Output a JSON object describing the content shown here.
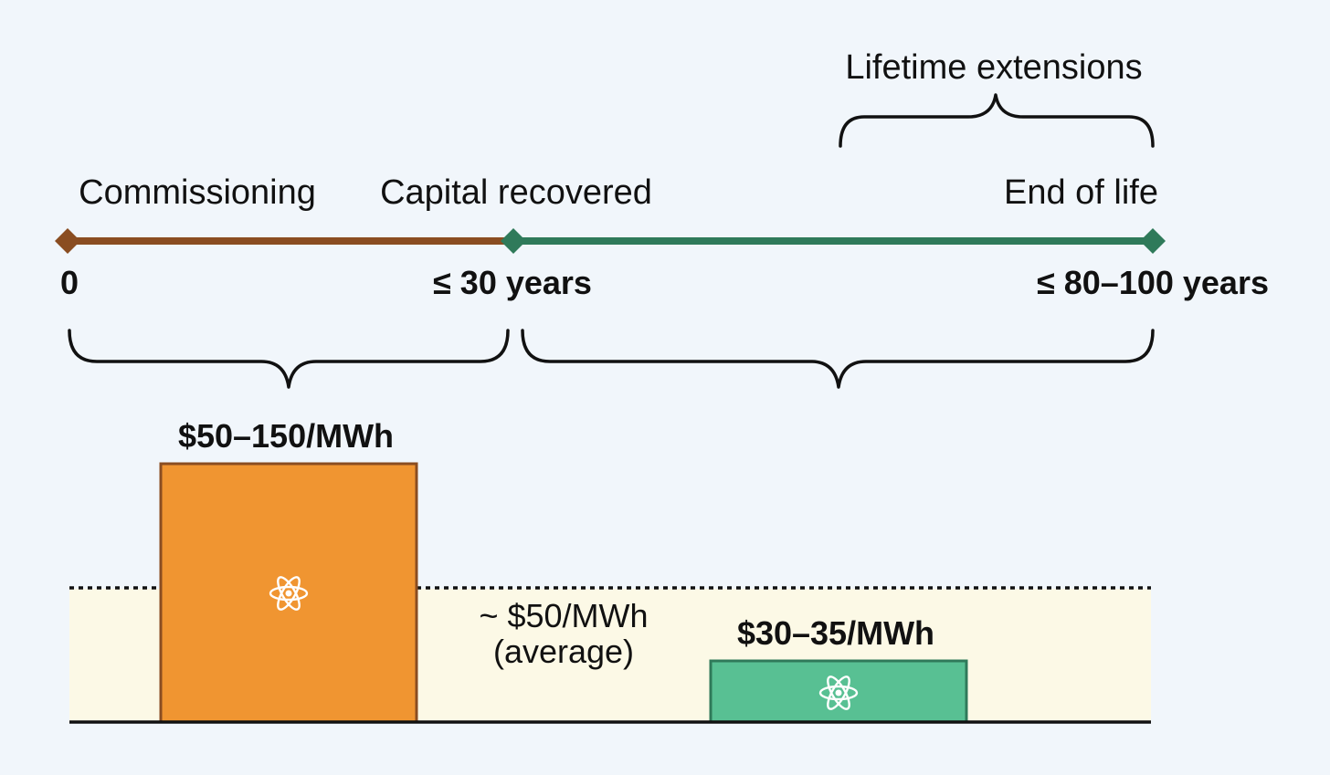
{
  "timeline": {
    "phases": {
      "commissioning": "Commissioning",
      "capital_recovered": "Capital recovered",
      "end_of_life": "End of life",
      "lifetime_extensions": "Lifetime extensions"
    },
    "ticks": {
      "start": "0",
      "mid": "≤ 30 years",
      "end": "≤ 80–100 years"
    },
    "colors": {
      "early_segment": "#8a4d21",
      "late_segment": "#2f7a5a"
    }
  },
  "costs": {
    "early": {
      "label": "$50–150/MWh",
      "icon": "atom-icon",
      "fill": "#f09531",
      "stroke": "#8a4d21"
    },
    "late": {
      "label": "$30–35/MWh",
      "icon": "atom-icon",
      "fill": "#58c093",
      "stroke": "#2f7a5a"
    },
    "average": {
      "line1": "~ $50/MWh",
      "line2": "(average)",
      "band_fill": "#fcf9e6"
    }
  }
}
